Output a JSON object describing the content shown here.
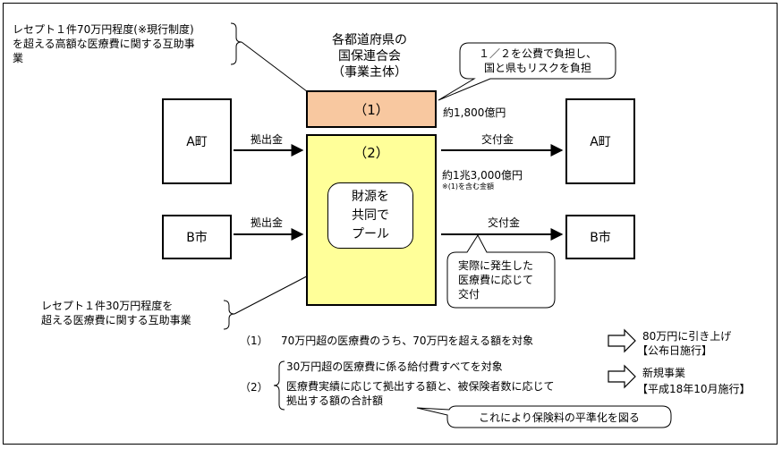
{
  "top_left_note": {
    "line1": "レセプト１件70万円程度(※現行制度)",
    "line2": "を超える高額な医療費に関する互助事",
    "line3": "業"
  },
  "org": {
    "line1": "各都道府県の",
    "line2": "国保連合会",
    "line3": "（事業主体）"
  },
  "speech_top": {
    "line1": "１／２を公費で負担し、",
    "line2": "国と県もリスクを負担"
  },
  "box1": {
    "label": "（1）"
  },
  "box2": {
    "label": "（2）"
  },
  "pool": {
    "line1": "財源を",
    "line2": "共同で",
    "line3": "プール"
  },
  "amount1": "約1,800億円",
  "amount2": "約1兆3,000億円",
  "amount2_note": "※(1)を含む金額",
  "left_a": "A町",
  "left_b": "B市",
  "right_a": "A町",
  "right_b": "B市",
  "contribution_a": "拠出金",
  "contribution_b": "拠出金",
  "grant_a": "交付金",
  "grant_b": "交付金",
  "speech_actual": {
    "line1": "実際に発生した",
    "line2": "医療費に応じて",
    "line3": "交付"
  },
  "bottom_left_note": {
    "line1": "レセプト１件30万円程度を",
    "line2": "超える医療費に関する互助事業"
  },
  "item1": {
    "num": "（1）",
    "text": "70万円超の医療費のうち、70万円を超える額を対象"
  },
  "item2": {
    "num": "（2）",
    "line1": "30万円超の医療費に係る給付費すべてを対象",
    "line2": "医療費実績に応じて拠出する額と、被保険者数に応じて",
    "line3": "拠出する額の合計額"
  },
  "result1": {
    "line1": "80万円に引き上げ",
    "line2": "【公布日施行】"
  },
  "result2": {
    "line1": "新規事業",
    "line2": "【平成18年10月施行】"
  },
  "speech_bottom": "これにより保険料の平準化を図る",
  "colors": {
    "box1_fill": "#f8c8a0",
    "box2_fill": "#ffff99"
  }
}
